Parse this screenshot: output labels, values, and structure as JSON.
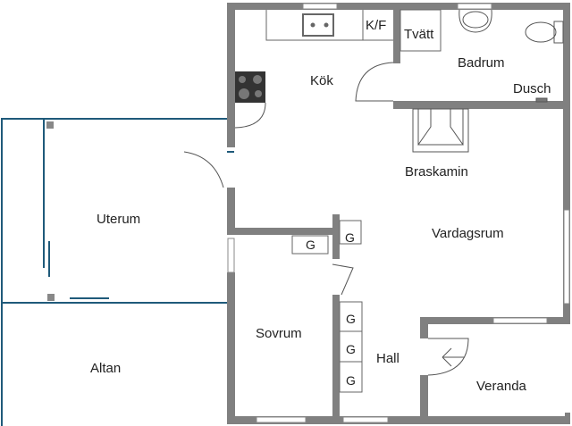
{
  "rooms": {
    "kok": "Kök",
    "kf": "K/F",
    "tvatt": "Tvätt",
    "badrum": "Badrum",
    "dusch": "Dusch",
    "braskamin": "Braskamin",
    "uterum": "Uterum",
    "vardagsrum": "Vardagsrum",
    "sovrum": "Sovrum",
    "hall": "Hall",
    "veranda": "Veranda",
    "altan": "Altan"
  },
  "wardrobes": [
    "G",
    "G",
    "G",
    "G",
    "G"
  ],
  "colors": {
    "wall": "#808080",
    "outline": "#1f5a7a",
    "line": "#555555"
  }
}
